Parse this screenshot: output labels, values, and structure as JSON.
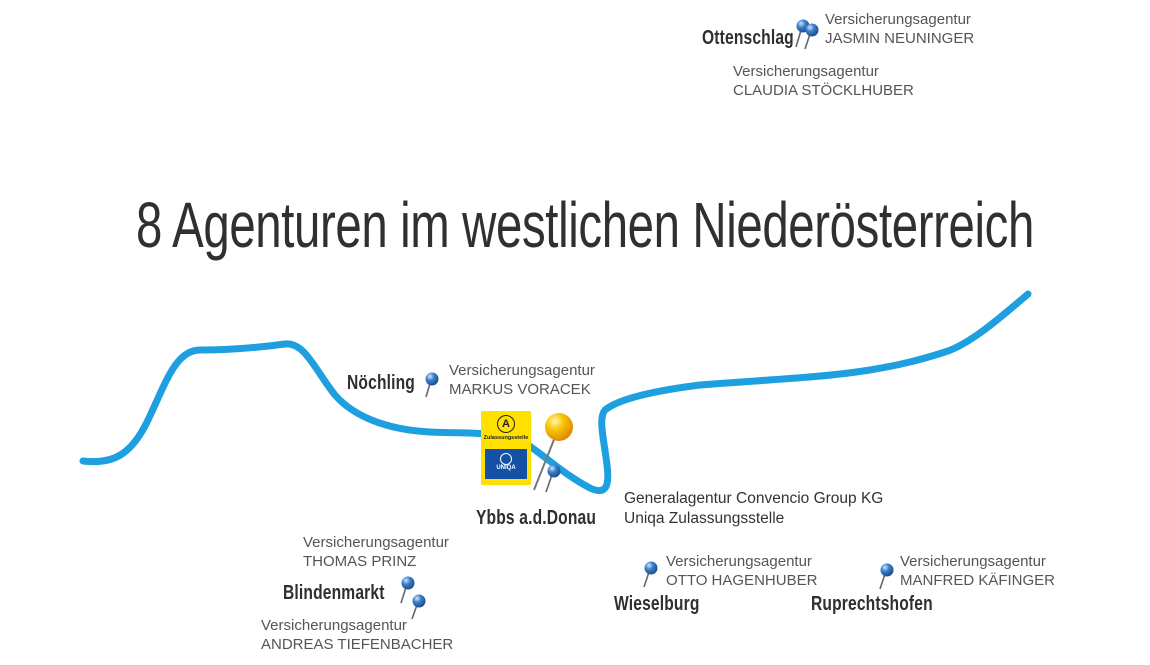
{
  "title": "8 Agenturen im westlichen Niederösterreich",
  "colors": {
    "river": "#1ea0e0",
    "pin_blue": "#3a7fc8",
    "pin_yellow": "#f6a800",
    "badge_yellow": "#ffe000",
    "badge_blue": "#1450a3"
  },
  "locations": {
    "ottenschlag": {
      "town": "Ottenschlag",
      "agents": [
        {
          "line1": "Versicherungsagentur",
          "line2": "JASMIN NEUNINGER"
        },
        {
          "line1": "Versicherungsagentur",
          "line2": "CLAUDIA STÖCKLHUBER"
        }
      ]
    },
    "noechling": {
      "town": "Nöchling",
      "agent": {
        "line1": "Versicherungsagentur",
        "line2": "MARKUS VORACEK"
      }
    },
    "ybbs": {
      "town": "Ybbs a.d.Donau",
      "hq_line1": "Generalagentur Convencio Group KG",
      "hq_line2": "Uniqa Zulassungsstelle"
    },
    "blindenmarkt": {
      "town": "Blindenmarkt",
      "agents": [
        {
          "line1": "Versicherungsagentur",
          "line2": "THOMAS PRINZ"
        },
        {
          "line1": "Versicherungsagentur",
          "line2": "ANDREAS TIEFENBACHER"
        }
      ]
    },
    "wieselburg": {
      "town": "Wieselburg",
      "agent": {
        "line1": "Versicherungsagentur",
        "line2": "OTTO HAGENHUBER"
      }
    },
    "ruprechtshofen": {
      "town": "Ruprechtshofen",
      "agent": {
        "line1": "Versicherungsagentur",
        "line2": "MANFRED KÄFINGER"
      }
    }
  },
  "badge": {
    "symbol": "A",
    "label": "Zulassungsstelle",
    "brand": "UNIQA"
  }
}
